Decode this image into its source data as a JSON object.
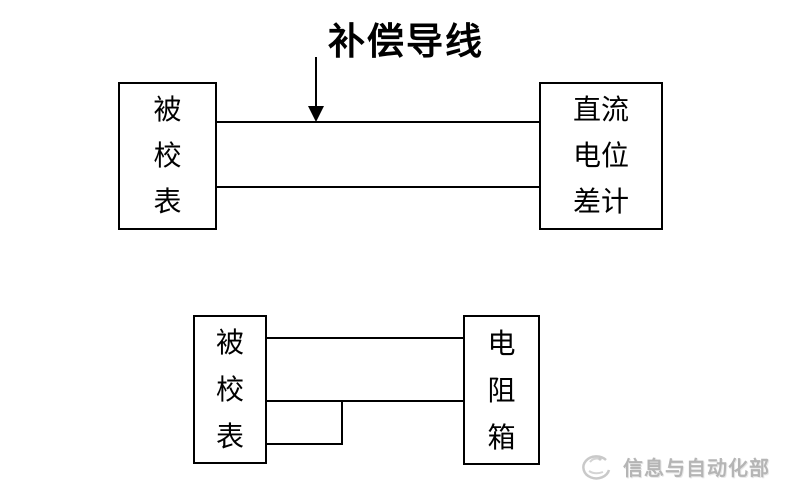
{
  "top_diagram": {
    "label": "补偿导线",
    "left_box": {
      "lines": [
        "被",
        "校",
        "表"
      ]
    },
    "right_box": {
      "lines": [
        "直流",
        "电位",
        "差计"
      ]
    }
  },
  "bottom_diagram": {
    "left_box": {
      "lines": [
        "被",
        "校",
        "表"
      ]
    },
    "right_box": {
      "lines": [
        "电",
        "阻",
        "箱"
      ]
    }
  },
  "watermark": {
    "text": "信息与自动化部",
    "logo_icon": "swirl-logo"
  },
  "colors": {
    "line": "#000000",
    "text": "#000000",
    "background": "#ffffff",
    "watermark": "#b5b5b5"
  }
}
